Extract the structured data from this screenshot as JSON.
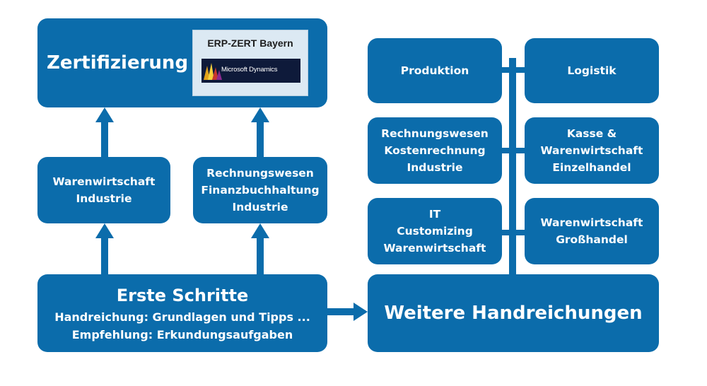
{
  "certification": {
    "title": "Zertifizierung",
    "logo_title": "ERP-ZERT Bayern",
    "logo_text": "Microsoft Dynamics"
  },
  "modules_left": {
    "ww_industrie": [
      "Warenwirtschaft",
      "Industrie"
    ],
    "rw_fibu": [
      "Rechnungswesen",
      "Finanzbuchhaltung",
      "Industrie"
    ]
  },
  "first_steps": {
    "title": "Erste Schritte",
    "line1": "Handreichung: Grundlagen und Tipps ...",
    "line2": "Empfehlung: Erkundungsaufgaben"
  },
  "further": {
    "title": "Weitere Handreichungen",
    "produktion": [
      "Produktion"
    ],
    "logistik": [
      "Logistik"
    ],
    "rw_kore": [
      "Rechnungswesen",
      "Kostenrechnung",
      "Industrie"
    ],
    "kasse": [
      "Kasse &",
      "Warenwirtschaft",
      "Einzelhandel"
    ],
    "it": [
      "IT",
      "Customizing",
      "Warenwirtschaft"
    ],
    "ww_grosshandel": [
      "Warenwirtschaft",
      "Großhandel"
    ]
  },
  "colors": {
    "box": "#0b6cab",
    "text": "#ffffff",
    "logo_bg": "#dce9f3",
    "logo_banner": "#0e1a3a"
  }
}
